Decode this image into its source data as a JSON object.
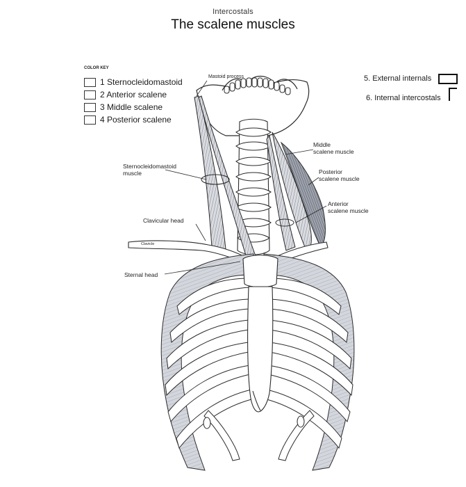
{
  "header": {
    "supertitle": "Intercostals",
    "title": "The scalene muscles"
  },
  "color_key": {
    "heading": "COLOR KEY",
    "items": [
      {
        "label": "1 Sternocleidomastoid"
      },
      {
        "label": "2 Anterior scalene"
      },
      {
        "label": "3 Middle scalene"
      },
      {
        "label": "4  Posterior scalene"
      }
    ]
  },
  "right_key": {
    "items": [
      {
        "label": "5. External internals"
      },
      {
        "label": "6. Internal intercostals"
      }
    ]
  },
  "labels": {
    "mastoid": "Mastoid process",
    "middle_scalene_1": "Middle",
    "middle_scalene_2": "scalene muscle",
    "posterior_scalene_1": "Posterior",
    "posterior_scalene_2": "scalene muscle",
    "anterior_scalene_1": "Anterior",
    "anterior_scalene_2": "scalene muscle",
    "scm_1": "Sternocleidomastoid",
    "scm_2": "muscle",
    "clavicular_head": "Clavicular head",
    "clavicle": "Clavicle",
    "sternal_head": "Sternal head"
  },
  "colors": {
    "line": "#2b2b2b",
    "bone": "#ffffff",
    "muscle_light": "#d9dbe0",
    "muscle_mid": "#aeb2ba",
    "muscle_dark": "#6f7480"
  }
}
